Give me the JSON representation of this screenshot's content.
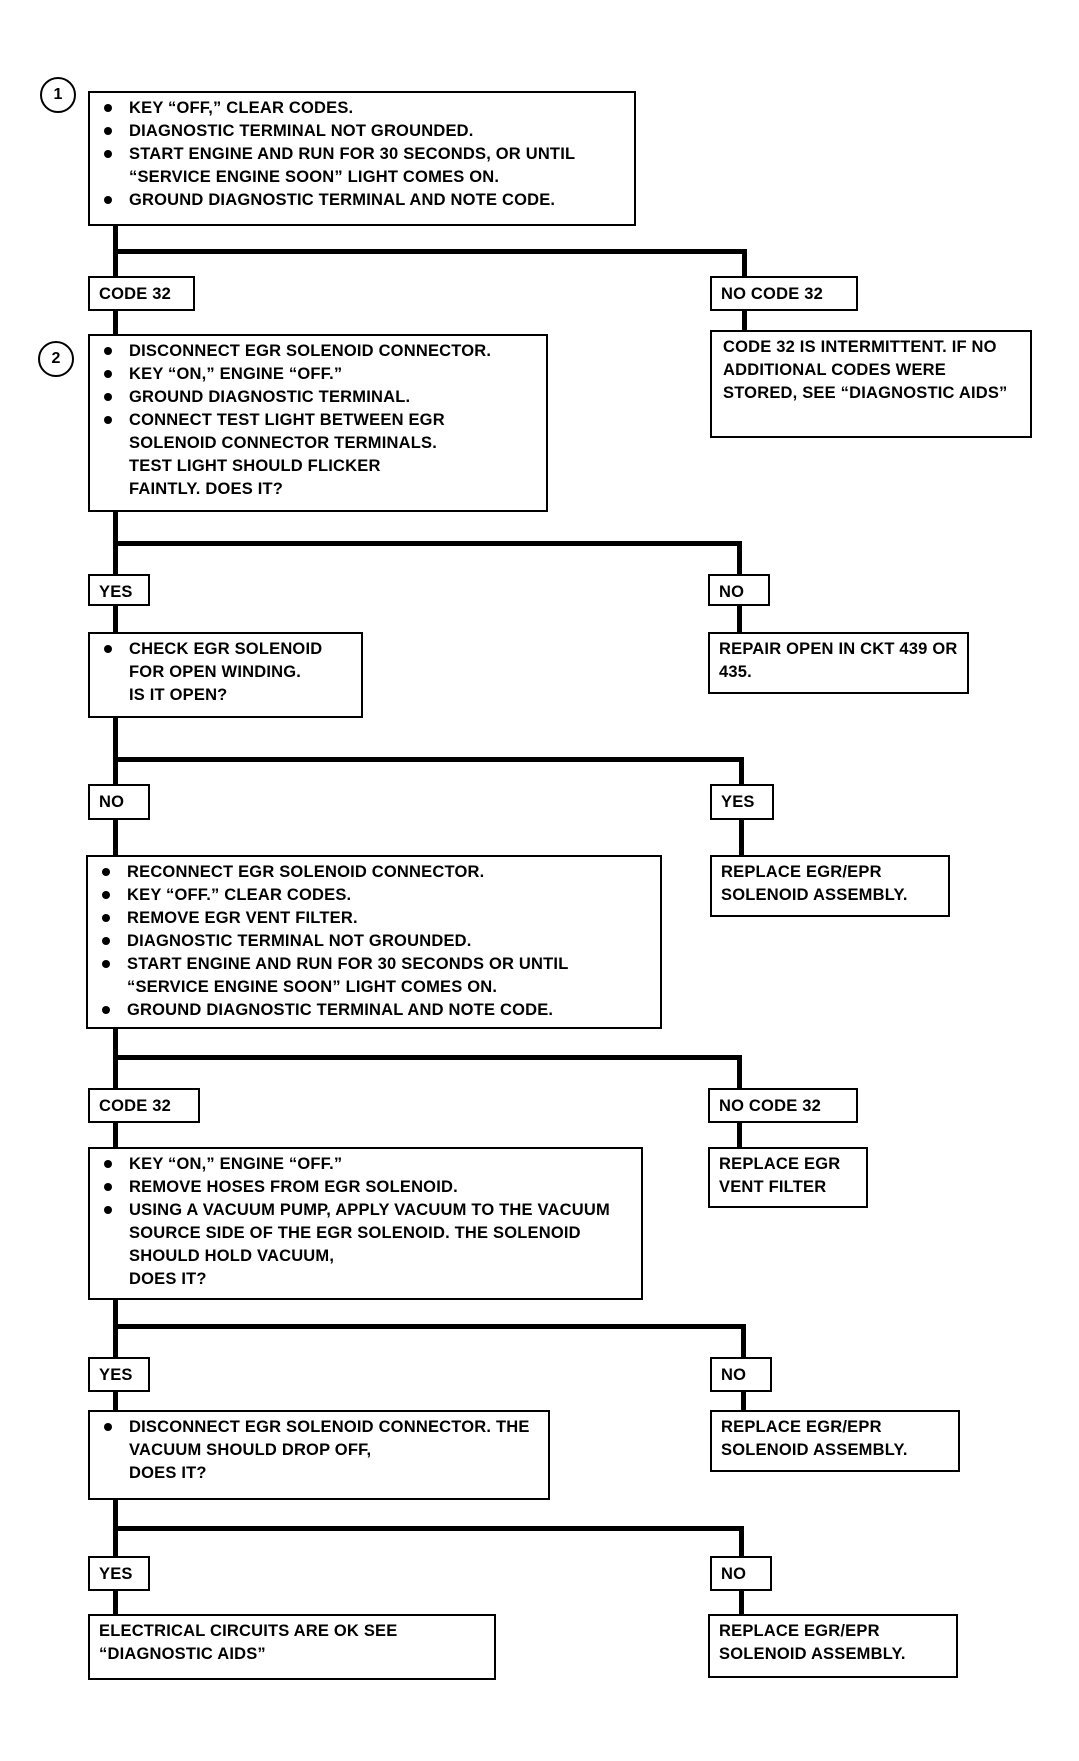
{
  "steps": {
    "step1": "1",
    "step2": "2"
  },
  "box1": {
    "items": [
      "KEY “OFF,” CLEAR CODES.",
      "DIAGNOSTIC TERMINAL NOT GROUNDED.",
      "START ENGINE AND RUN FOR 30 SECONDS, OR UNTIL “SERVICE ENGINE SOON” LIGHT COMES ON.",
      "GROUND DIAGNOSTIC TERMINAL AND NOTE CODE."
    ]
  },
  "labels": {
    "code32_a": "CODE 32",
    "nocode32_a": "NO CODE 32",
    "yes_a": "YES",
    "no_a": "NO",
    "no_b": "NO",
    "yes_b": "YES",
    "code32_b": "CODE 32",
    "nocode32_b": "NO CODE 32",
    "yes_c": "YES",
    "no_c": "NO",
    "yes_d": "YES",
    "no_d": "NO"
  },
  "intermittent": {
    "text": "CODE 32 IS INTERMITTENT. IF NO ADDITIONAL CODES WERE STORED, SEE “DIAGNOSTIC AIDS”"
  },
  "box2": {
    "items": [
      "DISCONNECT EGR SOLENOID CONNECTOR.",
      "KEY “ON,” ENGINE “OFF.”",
      "GROUND DIAGNOSTIC TERMINAL.",
      "CONNECT TEST LIGHT BETWEEN EGR SOLENOID CONNECTOR TERMINALS."
    ],
    "note": "TEST LIGHT SHOULD FLICKER FAINTLY. DOES IT?"
  },
  "repair_open": {
    "text": "REPAIR OPEN IN CKT 439 OR 435."
  },
  "check_solenoid": {
    "item": "CHECK EGR SOLENOID FOR OPEN WINDING.",
    "note": "IS IT OPEN?"
  },
  "replace1": {
    "text": "REPLACE EGR/EPR SOLENOID ASSEMBLY."
  },
  "box3": {
    "items": [
      "RECONNECT EGR SOLENOID CONNECTOR.",
      "KEY “OFF.” CLEAR CODES.",
      "REMOVE EGR VENT FILTER.",
      "DIAGNOSTIC TERMINAL NOT GROUNDED.",
      "START ENGINE AND RUN FOR 30 SECONDS OR UNTIL “SERVICE ENGINE SOON” LIGHT COMES ON.",
      "GROUND DIAGNOSTIC TERMINAL AND NOTE CODE."
    ]
  },
  "replace_vent": {
    "text": "REPLACE EGR VENT FILTER"
  },
  "box4": {
    "items": [
      "KEY “ON,” ENGINE “OFF.”",
      "REMOVE HOSES FROM EGR SOLENOID.",
      "USING A VACUUM PUMP, APPLY VACUUM TO THE VACUUM SOURCE SIDE OF THE EGR SOLENOID. THE SOLENOID SHOULD HOLD VACUUM,"
    ],
    "note": "DOES IT?"
  },
  "replace2": {
    "text": "REPLACE EGR/EPR SOLENOID ASSEMBLY."
  },
  "box5": {
    "item": "DISCONNECT EGR SOLENOID CONNECTOR. THE VACUUM SHOULD DROP OFF,",
    "note": "DOES IT?"
  },
  "electrical_ok": {
    "text": "ELECTRICAL CIRCUITS ARE OK SEE “DIAGNOSTIC AIDS”"
  },
  "replace3": {
    "text": "REPLACE EGR/EPR SOLENOID ASSEMBLY."
  }
}
